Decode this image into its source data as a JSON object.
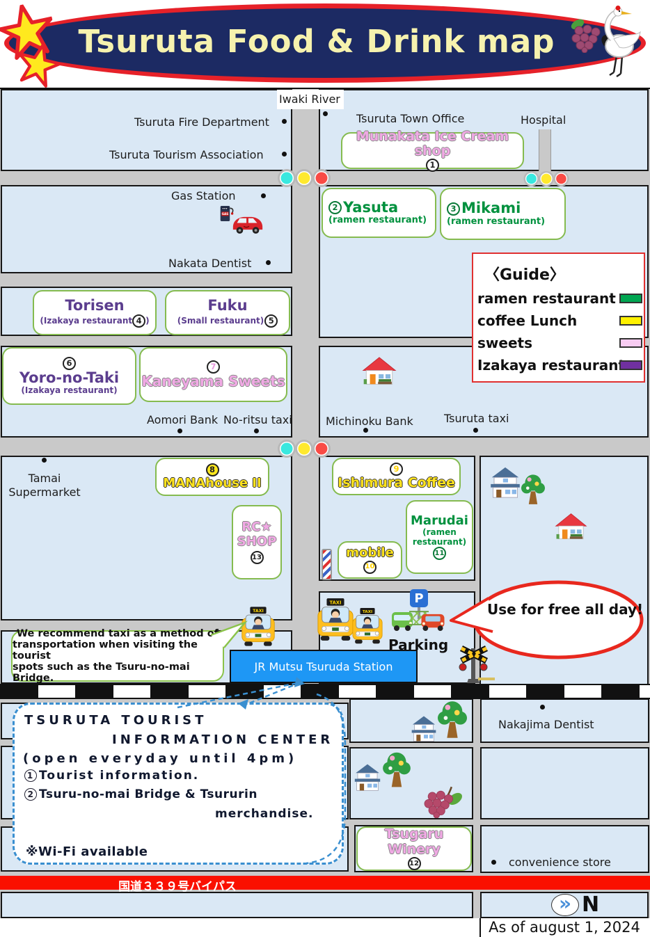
{
  "header": {
    "title": "Tsuruta Food & Drink map"
  },
  "labels": {
    "iwaki_river": "Iwaki River",
    "fire_department": "Tsuruta Fire Department",
    "tourism_association": "Tsuruta Tourism Association",
    "town_office": "Tsuruta Town Office",
    "hospital": "Hospital",
    "gas_station": "Gas Station",
    "nakata_dentist": "Nakata Dentist",
    "aomori_bank": "Aomori Bank",
    "noritsu_taxi": "No-ritsu taxi",
    "michinoku_bank": "Michinoku Bank",
    "tsuruta_taxi": "Tsuruta taxi",
    "tamai_line1": "Tamai",
    "tamai_line2": "Supermarket",
    "parking": "Parking",
    "parking_sign": "P",
    "taxi_sign": "TAXI",
    "gas_sign": "GAS",
    "nakajima_dentist": "Nakajima Dentist",
    "convenience_store": "convenience store",
    "route_339": "国道３３９号バイパス",
    "compass_chevron": "»",
    "compass_n": "N",
    "as_of": "As of august 1, 2024"
  },
  "shops": {
    "munakata": {
      "name": "Munakata Ice Cream shop",
      "num": "1"
    },
    "yasuta": {
      "num": "2",
      "name": "Yasuta",
      "sub": "(ramen restaurant)"
    },
    "mikami": {
      "num": "3",
      "name": "Mikami",
      "sub": "(ramen  restaurant)"
    },
    "torisen": {
      "name": "Torisen",
      "sub": "(Izakaya restaurant",
      "num": "4",
      "tail": ")"
    },
    "fuku": {
      "name": "Fuku",
      "sub": "(Small restaurant)",
      "num": "5"
    },
    "yoro": {
      "num": "6",
      "name": "Yoro-no-Taki",
      "sub": "(Izakaya restaurant)"
    },
    "kaneyama": {
      "num": "7",
      "name": "Kaneyama Sweets"
    },
    "mana": {
      "num": "8",
      "name": "MANAhouse II"
    },
    "ishimura": {
      "num": "9",
      "name": "Ishimura Coffee"
    },
    "mobile": {
      "name": "mobile",
      "num": "10"
    },
    "marudai": {
      "name": "Marudai",
      "sub1": "(ramen",
      "sub2": "restaurant)",
      "num": "11"
    },
    "winery": {
      "name": "Tsugaru Winery",
      "num": "12"
    },
    "rc": {
      "line1": "RC★",
      "line2": "SHOP",
      "num": "13"
    }
  },
  "guide": {
    "title": "〈Guide〉",
    "items": [
      {
        "label": "ramen restaurant",
        "color": "#00a651"
      },
      {
        "label": "coffee Lunch",
        "color": "#fff100"
      },
      {
        "label": "sweets",
        "color": "#f8ccf2"
      },
      {
        "label": "Izakaya restaurant",
        "color": "#7030a0"
      }
    ]
  },
  "station": {
    "label": "JR Mutsu Tsuruda Station"
  },
  "notes": {
    "taxi_line1": "We recommend taxi as a method of",
    "taxi_line2": "transportation when visiting the tourist",
    "taxi_line3": "spots such as the Tsuru-no-mai Bridge.",
    "parking_bubble": "Use for free  all day!"
  },
  "info_center": {
    "line1": "TSURUTA TOURIST",
    "line2": "INFORMATION CENTER",
    "line3": "(open everyday until 4pm)",
    "item1_num": "1",
    "item1": "Tourist information.",
    "item2_num": "2",
    "item2": "Tsuru-no-mai Bridge & Tsururin",
    "item2b": "merchandise.",
    "wifi": "※Wi-Fi available"
  },
  "colors": {
    "accent_red": "#e62129",
    "header_navy": "#1c2a63",
    "block_blue": "#dae8f5",
    "road_gray": "#c9c9c9",
    "station_blue": "#1e97f5",
    "ramen_green": "#00913e",
    "coffee_yellow": "#ffe31e",
    "sweets_pink": "#f0a9e4",
    "izakaya_purple": "#5b3d8e"
  }
}
